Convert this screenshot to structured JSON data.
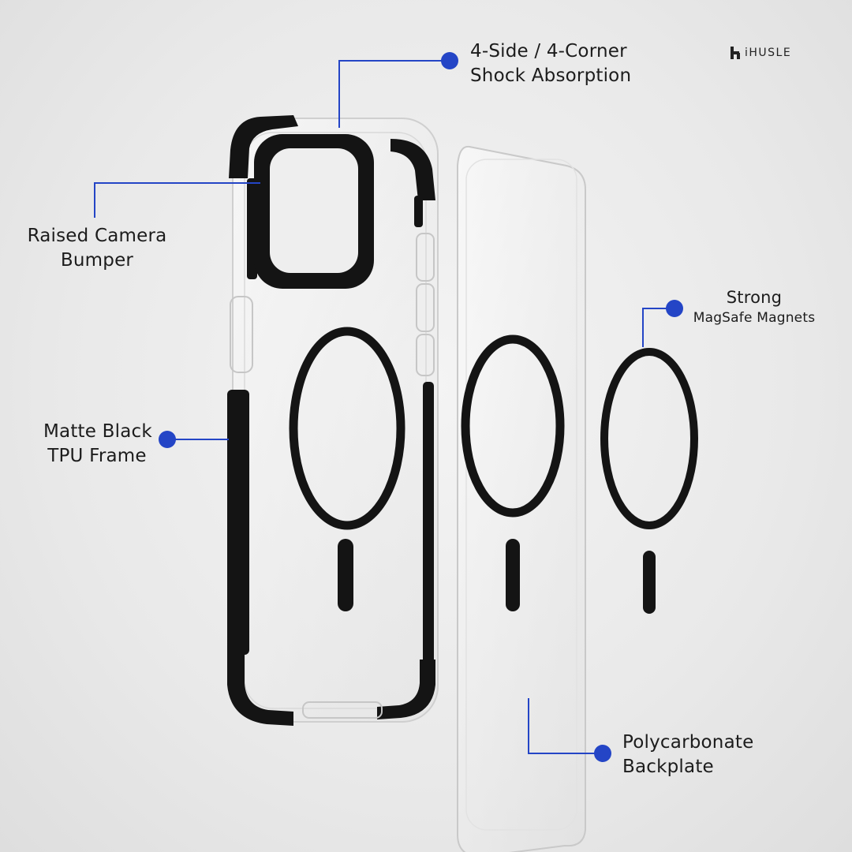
{
  "brand": {
    "name": "iHUSLE",
    "icon": "brand-logo-icon"
  },
  "colors": {
    "accent": "#2445c6",
    "frame": "#141414",
    "background": "#ececec"
  },
  "callouts": {
    "shock": {
      "line1": "4-Side / 4-Corner",
      "line2": "Shock Absorption"
    },
    "camera": {
      "line1": "Raised Camera",
      "line2": "Bumper"
    },
    "frame": {
      "line1": "Matte Black",
      "line2": "TPU Frame"
    },
    "magnets": {
      "line1": "Strong",
      "line2": "MagSafe Magnets"
    },
    "backplate": {
      "line1": "Polycarbonate",
      "line2": "Backplate"
    }
  }
}
